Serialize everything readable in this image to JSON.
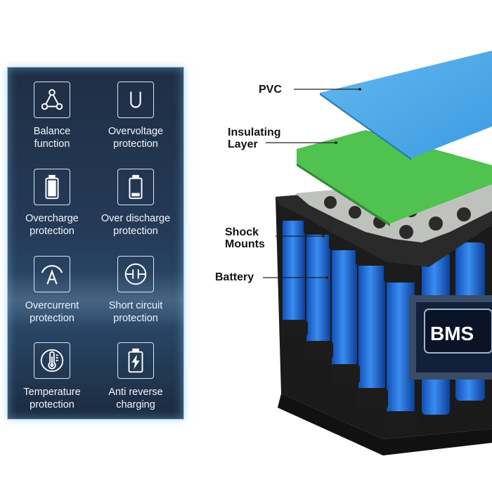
{
  "features": [
    {
      "icon": "triangle-nodes-icon",
      "line1": "Balance",
      "line2": "function"
    },
    {
      "icon": "u-letter-icon",
      "line1": "Overvoltage",
      "line2": "protection"
    },
    {
      "icon": "battery-full-icon",
      "line1": "Overcharge",
      "line2": "protection"
    },
    {
      "icon": "battery-low-icon",
      "line1": "Over discharge",
      "line2": "protection"
    },
    {
      "icon": "current-a-icon",
      "line1": "Overcurrent",
      "line2": "protection"
    },
    {
      "icon": "short-circuit-icon",
      "line1": "Short circuit",
      "line2": "protection"
    },
    {
      "icon": "thermometer-icon",
      "line1": "Temperature",
      "line2": "protection"
    },
    {
      "icon": "battery-bolt-icon",
      "line1": "Anti reverse",
      "line2": "charging"
    }
  ],
  "labels": {
    "pvc": "PVC",
    "insulating_1": "Insulating",
    "insulating_2": "Layer",
    "shock_1": "Shock",
    "shock_2": "Mounts",
    "battery": "Battery",
    "bms": "BMS"
  },
  "colors": {
    "pvc": "#4aa7e6",
    "insulating": "#4fc24f",
    "cell": "#1f6fd8",
    "holder": "#1c1c1c",
    "panel": "#233752"
  }
}
